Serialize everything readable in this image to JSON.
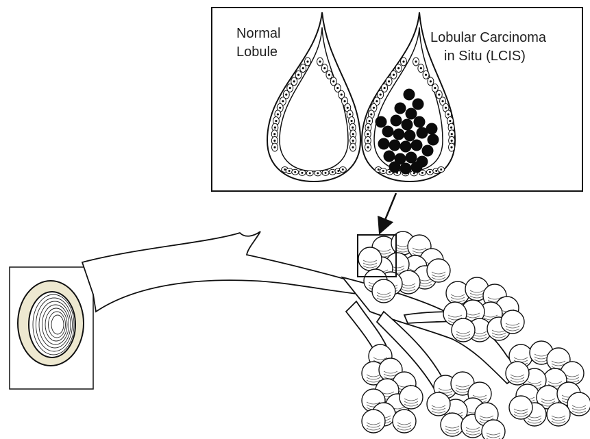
{
  "inset": {
    "normal_label": [
      "Normal",
      "Lobule"
    ],
    "lcis_label": [
      "Lobular Carcinoma",
      "in Situ (LCIS)"
    ]
  },
  "colors": {
    "line": "#111111",
    "duct_fill": "#ffffff",
    "duct_lumen_fill": "#ede8d0",
    "tumor_cell": "#0b0b0b",
    "background": "#ffffff"
  }
}
